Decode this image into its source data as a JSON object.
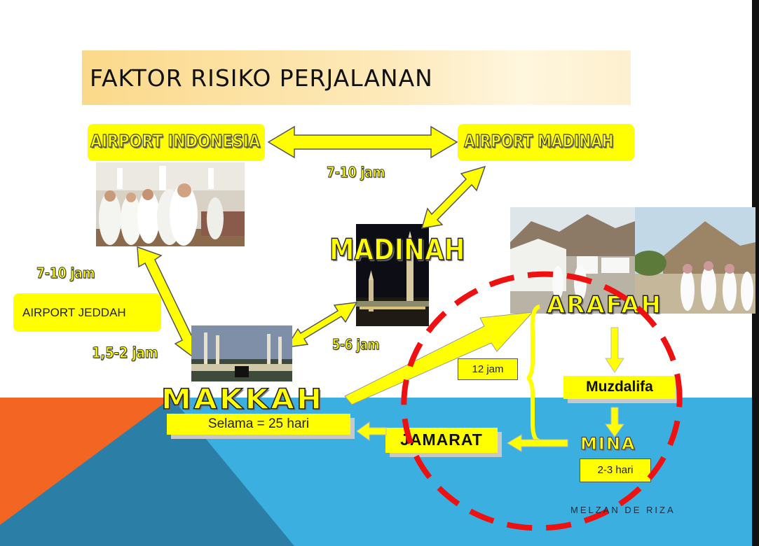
{
  "title": "FAKTOR RISIKO PERJALANAN",
  "nodes": {
    "airport_indonesia": "AIRPORT INDONESIA",
    "airport_madinah": "AIRPORT MADINAH",
    "madinah": "MADINAH",
    "makkah": "MAKKAH",
    "arafah": "ARAFAH",
    "muzdalifa": "Muzdalifa",
    "mina": "MINA",
    "jamarat": "JAMARAT",
    "airport_jeddah": "AIRPORT JEDDAH"
  },
  "durations": {
    "indonesia_madinah": "7-10 jam",
    "indonesia_jeddah": "7-10 jam",
    "jeddah_makkah": "1,5-2 jam",
    "madinah_makkah": "5-6 jam",
    "arafah_mina": "12 jam",
    "mina": "2-3 hari"
  },
  "makkah_stay": "Selama = 25 hari",
  "credit": "MELZAN DE RIZA",
  "colors": {
    "accent": "#ffff00",
    "sea": "#3bb0e0",
    "orange": "#f26522",
    "highlight_circle": "#ee1111"
  }
}
